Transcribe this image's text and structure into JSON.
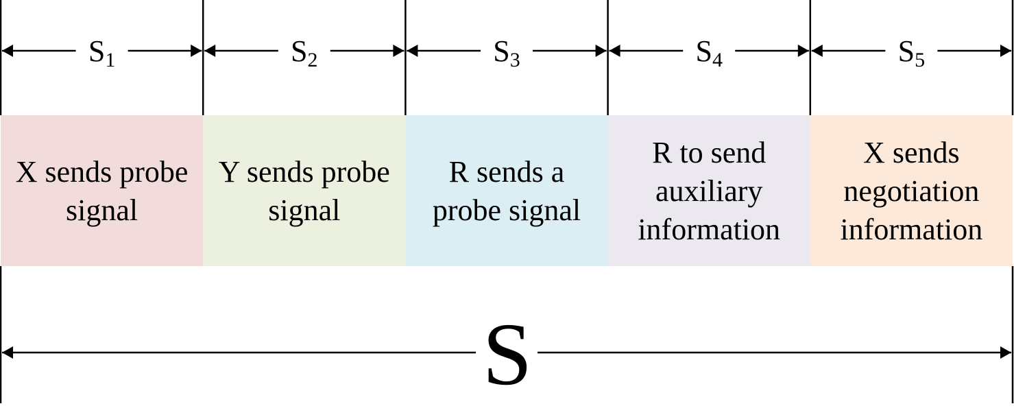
{
  "slots": [
    {
      "label": "S",
      "sub": "1",
      "lines": [
        "X sends probe",
        "signal"
      ],
      "color": "#f2dcdb"
    },
    {
      "label": "S",
      "sub": "2",
      "lines": [
        "Y sends probe",
        "signal"
      ],
      "color": "#ebf1de"
    },
    {
      "label": "S",
      "sub": "3",
      "lines": [
        "R sends a",
        "probe signal"
      ],
      "color": "#dbeef4"
    },
    {
      "label": "S",
      "sub": "4",
      "lines": [
        "R to send",
        "auxiliary",
        "information"
      ],
      "color": "#ebe8f0"
    },
    {
      "label": "S",
      "sub": "5",
      "lines": [
        "X sends",
        "negotiation",
        "information"
      ],
      "color": "#fde9d9"
    }
  ],
  "total": {
    "label": "S"
  }
}
